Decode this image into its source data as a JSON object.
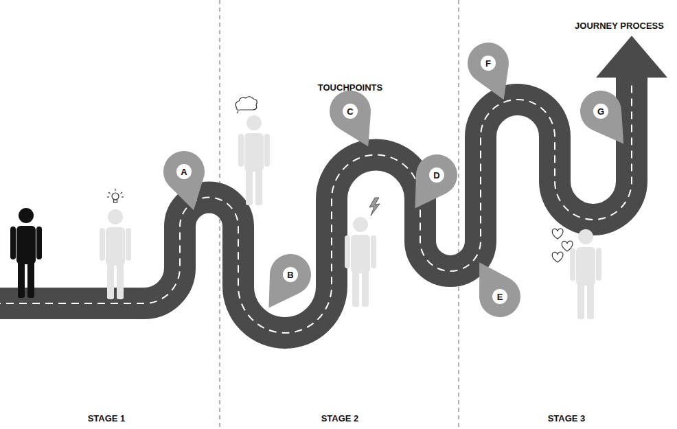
{
  "diagram": {
    "nodes": [
      {
        "text": [
          "A"
        ]
      },
      {
        "text": [
          "B"
        ]
      },
      {
        "text": [
          "C"
        ]
      },
      {
        "text": [
          "D"
        ]
      },
      {
        "text": [
          "E"
        ]
      },
      {
        "text": [
          "F"
        ]
      },
      {
        "text": [
          "G"
        ]
      }
    ],
    "labels": [
      "TOUCHPOINTS",
      "JOURNEY PROCESS",
      "STAGE 1",
      "STAGE 2",
      "STAGE 3"
    ]
  }
}
